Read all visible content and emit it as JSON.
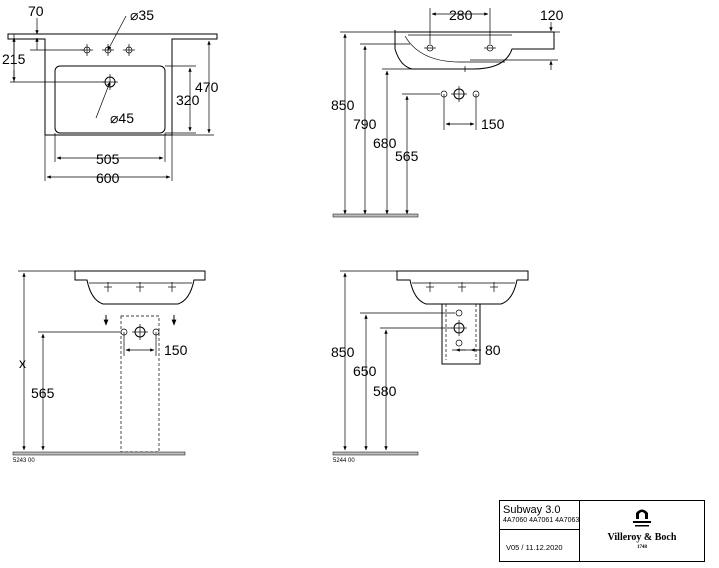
{
  "top_view": {
    "dim_70": "70",
    "dim_35": "⌀35",
    "dim_215": "215",
    "dim_320": "320",
    "dim_470": "470",
    "dim_45": "⌀45",
    "dim_505": "505",
    "dim_600": "600"
  },
  "side_view_top": {
    "dim_280": "280",
    "dim_120": "120",
    "dim_850": "850",
    "dim_790": "790",
    "dim_680": "680",
    "dim_565": "565",
    "dim_150": "150"
  },
  "front_view_pedestal": {
    "dim_x": "x",
    "dim_565": "565",
    "dim_150": "150",
    "code": "5243 00"
  },
  "front_view_semi": {
    "dim_850": "850",
    "dim_650": "650",
    "dim_580": "580",
    "dim_80": "80",
    "code": "5244 00"
  },
  "title_block": {
    "product": "Subway 3.0",
    "codes": "4A7060 4A7061 4A7063",
    "version": "V05 / 11.12.2020",
    "brand": "Villeroy & Boch",
    "year": "1748"
  }
}
